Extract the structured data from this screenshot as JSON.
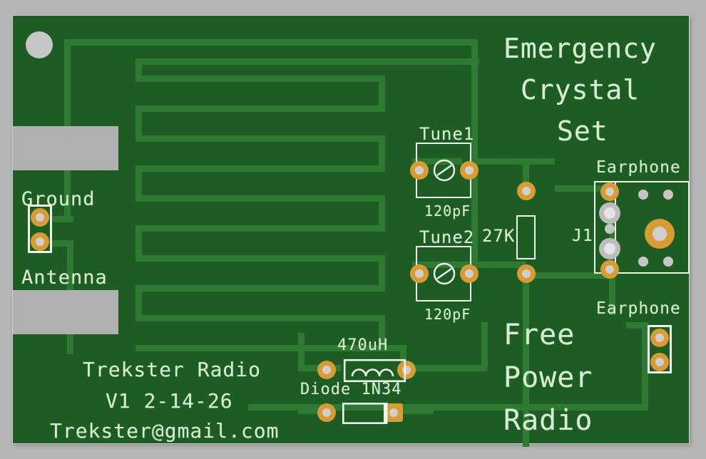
{
  "board": {
    "name": "Emergency Crystal Set PCB",
    "soldermask_color": "#1d5c22",
    "trace_color": "#2e7a33",
    "silkscreen_color": "#d6ecd3",
    "pad_gold_color": "#d99b33",
    "pad_silver_color": "#bdbdbd",
    "background_color": "#b5b5b5"
  },
  "title": {
    "line1": "Emergency",
    "line2": "Crystal",
    "line3": "Set"
  },
  "tagline": {
    "line1": "Free",
    "line2": "Power",
    "line3": "Radio"
  },
  "credits": {
    "maker": "Trekster Radio",
    "version": "V1 2-14-26",
    "email": "Trekster@gmail.com"
  },
  "terminals": {
    "ground_label": "Ground",
    "antenna_label": "Antenna",
    "earphone_label_top": "Earphone",
    "earphone_label_bottom": "Earphone",
    "jack_label": "J1"
  },
  "components": [
    {
      "ref": "Tune1",
      "value": "120pF",
      "type": "trimmer-capacitor"
    },
    {
      "ref": "Tune2",
      "value": "120pF",
      "type": "trimmer-capacitor"
    },
    {
      "ref": "27K",
      "value": "27K",
      "type": "resistor"
    },
    {
      "ref": "470uH",
      "value": "470uH",
      "type": "inductor"
    },
    {
      "ref": "Diode 1N34",
      "value": "Diode 1N34",
      "type": "diode"
    },
    {
      "ref": "J1",
      "value": "J1",
      "type": "audio-jack"
    }
  ]
}
